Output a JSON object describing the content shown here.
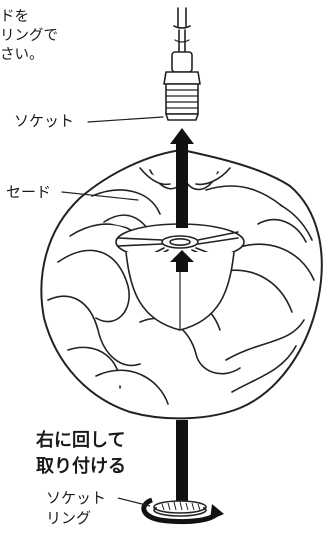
{
  "intro_lines": [
    "ドを",
    "リングで",
    "さい。"
  ],
  "labels": {
    "socket": "ソケット",
    "shade": "セード",
    "socket_ring": [
      "ソケット",
      "リング"
    ]
  },
  "instruction": [
    "右に回して",
    "取り付ける"
  ]
}
